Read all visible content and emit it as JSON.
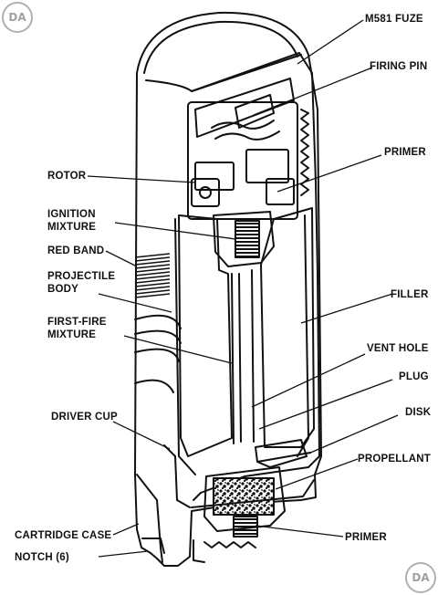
{
  "labels": {
    "m581_fuze": "M581 FUZE",
    "firing_pin": "FIRING PIN",
    "primer_top": "PRIMER",
    "rotor": "ROTOR",
    "ignition_mixture_1": "IGNITION",
    "ignition_mixture_2": "MIXTURE",
    "red_band": "RED BAND",
    "projectile_body_1": "PROJECTILE",
    "projectile_body_2": "BODY",
    "filler": "FILLER",
    "first_fire_mixture_1": "FIRST-FIRE",
    "first_fire_mixture_2": "MIXTURE",
    "vent_hole": "VENT HOLE",
    "plug": "PLUG",
    "driver_cup": "DRIVER CUP",
    "disk": "DISK",
    "propellant": "PROPELLANT",
    "cartridge_case": "CARTRIDGE CASE",
    "primer_bottom": "PRIMER",
    "notch": "NOTCH (6)"
  },
  "watermark": {
    "text": "DA"
  },
  "colors": {
    "ink": "#111111",
    "paper": "#ffffff",
    "watermark": "#a8a8a8"
  }
}
